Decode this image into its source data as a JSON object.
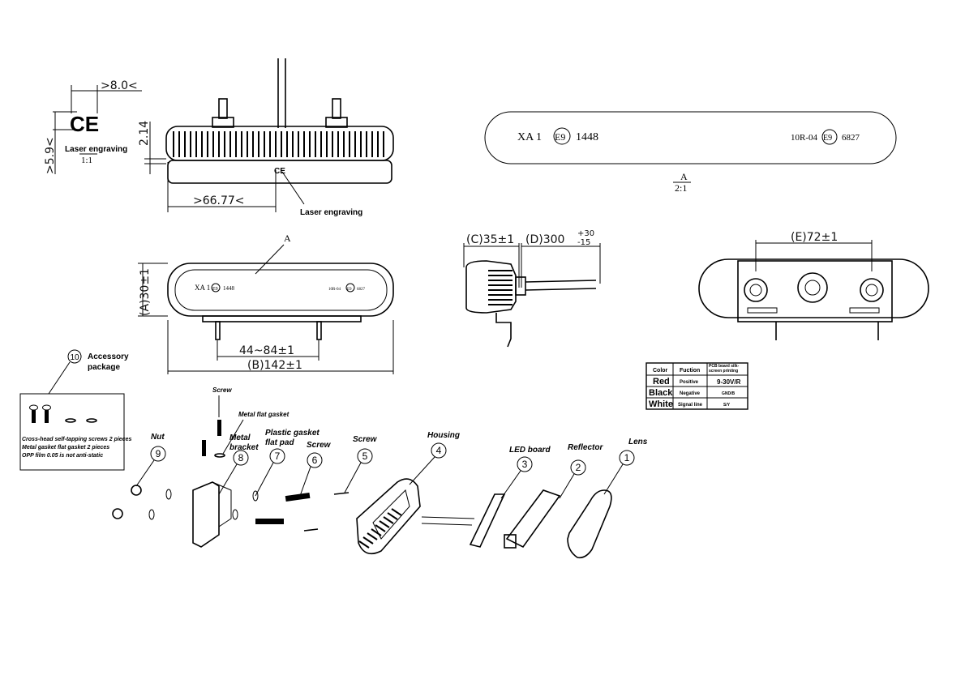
{
  "ce_detail": {
    "width_dim": ">8.0<",
    "height_dim": ">5.9<",
    "mark": "CE",
    "label": "Laser engraving",
    "scale": "1:1"
  },
  "top_view": {
    "height_dim": "2.14",
    "offset_dim": ">66.77<",
    "label": "Laser engraving",
    "mark": "CE"
  },
  "detail_a": {
    "left_text": "XA 1",
    "left_emark": "E9",
    "left_number": "1448",
    "right_text": "10R-04",
    "right_emark": "E9",
    "right_number": "6827",
    "title": "A",
    "scale": "2:1"
  },
  "front_view": {
    "detail_ref": "A",
    "height_dim": "(A)30±1",
    "mount_dim": "44~84±1",
    "length_dim": "(B)142±1",
    "left_text": "XA 1",
    "left_emark": "E9",
    "left_number": "1448",
    "right_text": "10R-04",
    "right_emark": "E9",
    "right_number": "6827"
  },
  "side_view": {
    "depth_dim": "(C)35±1",
    "cable_dim": "(D)300",
    "cable_tol_plus": "+30",
    "cable_tol_minus": "-15"
  },
  "rear_view": {
    "spacing_dim": "(E)72±1"
  },
  "wire_table": {
    "headers": [
      "Color",
      "Fuction",
      "PCB board silk-screen printing"
    ],
    "rows": [
      [
        "Red",
        "Positive",
        "9-30V/R"
      ],
      [
        "Black",
        "Negative",
        "GND/B"
      ],
      [
        "White",
        "Signal line",
        "S/Y"
      ]
    ]
  },
  "accessory": {
    "number": "10",
    "title_line1": "Accessory",
    "title_line2": "package",
    "lines": [
      "Cross-head self-tapping screws 2 pieces",
      "Metal gasket flat gasket 2 pieces",
      "OPP film 0.05 is not anti-static"
    ]
  },
  "parts": [
    {
      "number": "1",
      "label": "Lens"
    },
    {
      "number": "2",
      "label": "Reflector"
    },
    {
      "number": "3",
      "label": "LED board"
    },
    {
      "number": "4",
      "label": "Housing"
    },
    {
      "number": "5",
      "label": "Screw"
    },
    {
      "number": "6",
      "label": "Screw"
    },
    {
      "number": "7",
      "label": "Plastic gasket",
      "label2": "flat pad"
    },
    {
      "number": "8",
      "label": "Metal",
      "label2": "bracket"
    },
    {
      "number": "9",
      "label": "Nut"
    }
  ],
  "extra_labels": {
    "screw": "Screw",
    "metal_flat_gasket": "Metal flat gasket"
  }
}
